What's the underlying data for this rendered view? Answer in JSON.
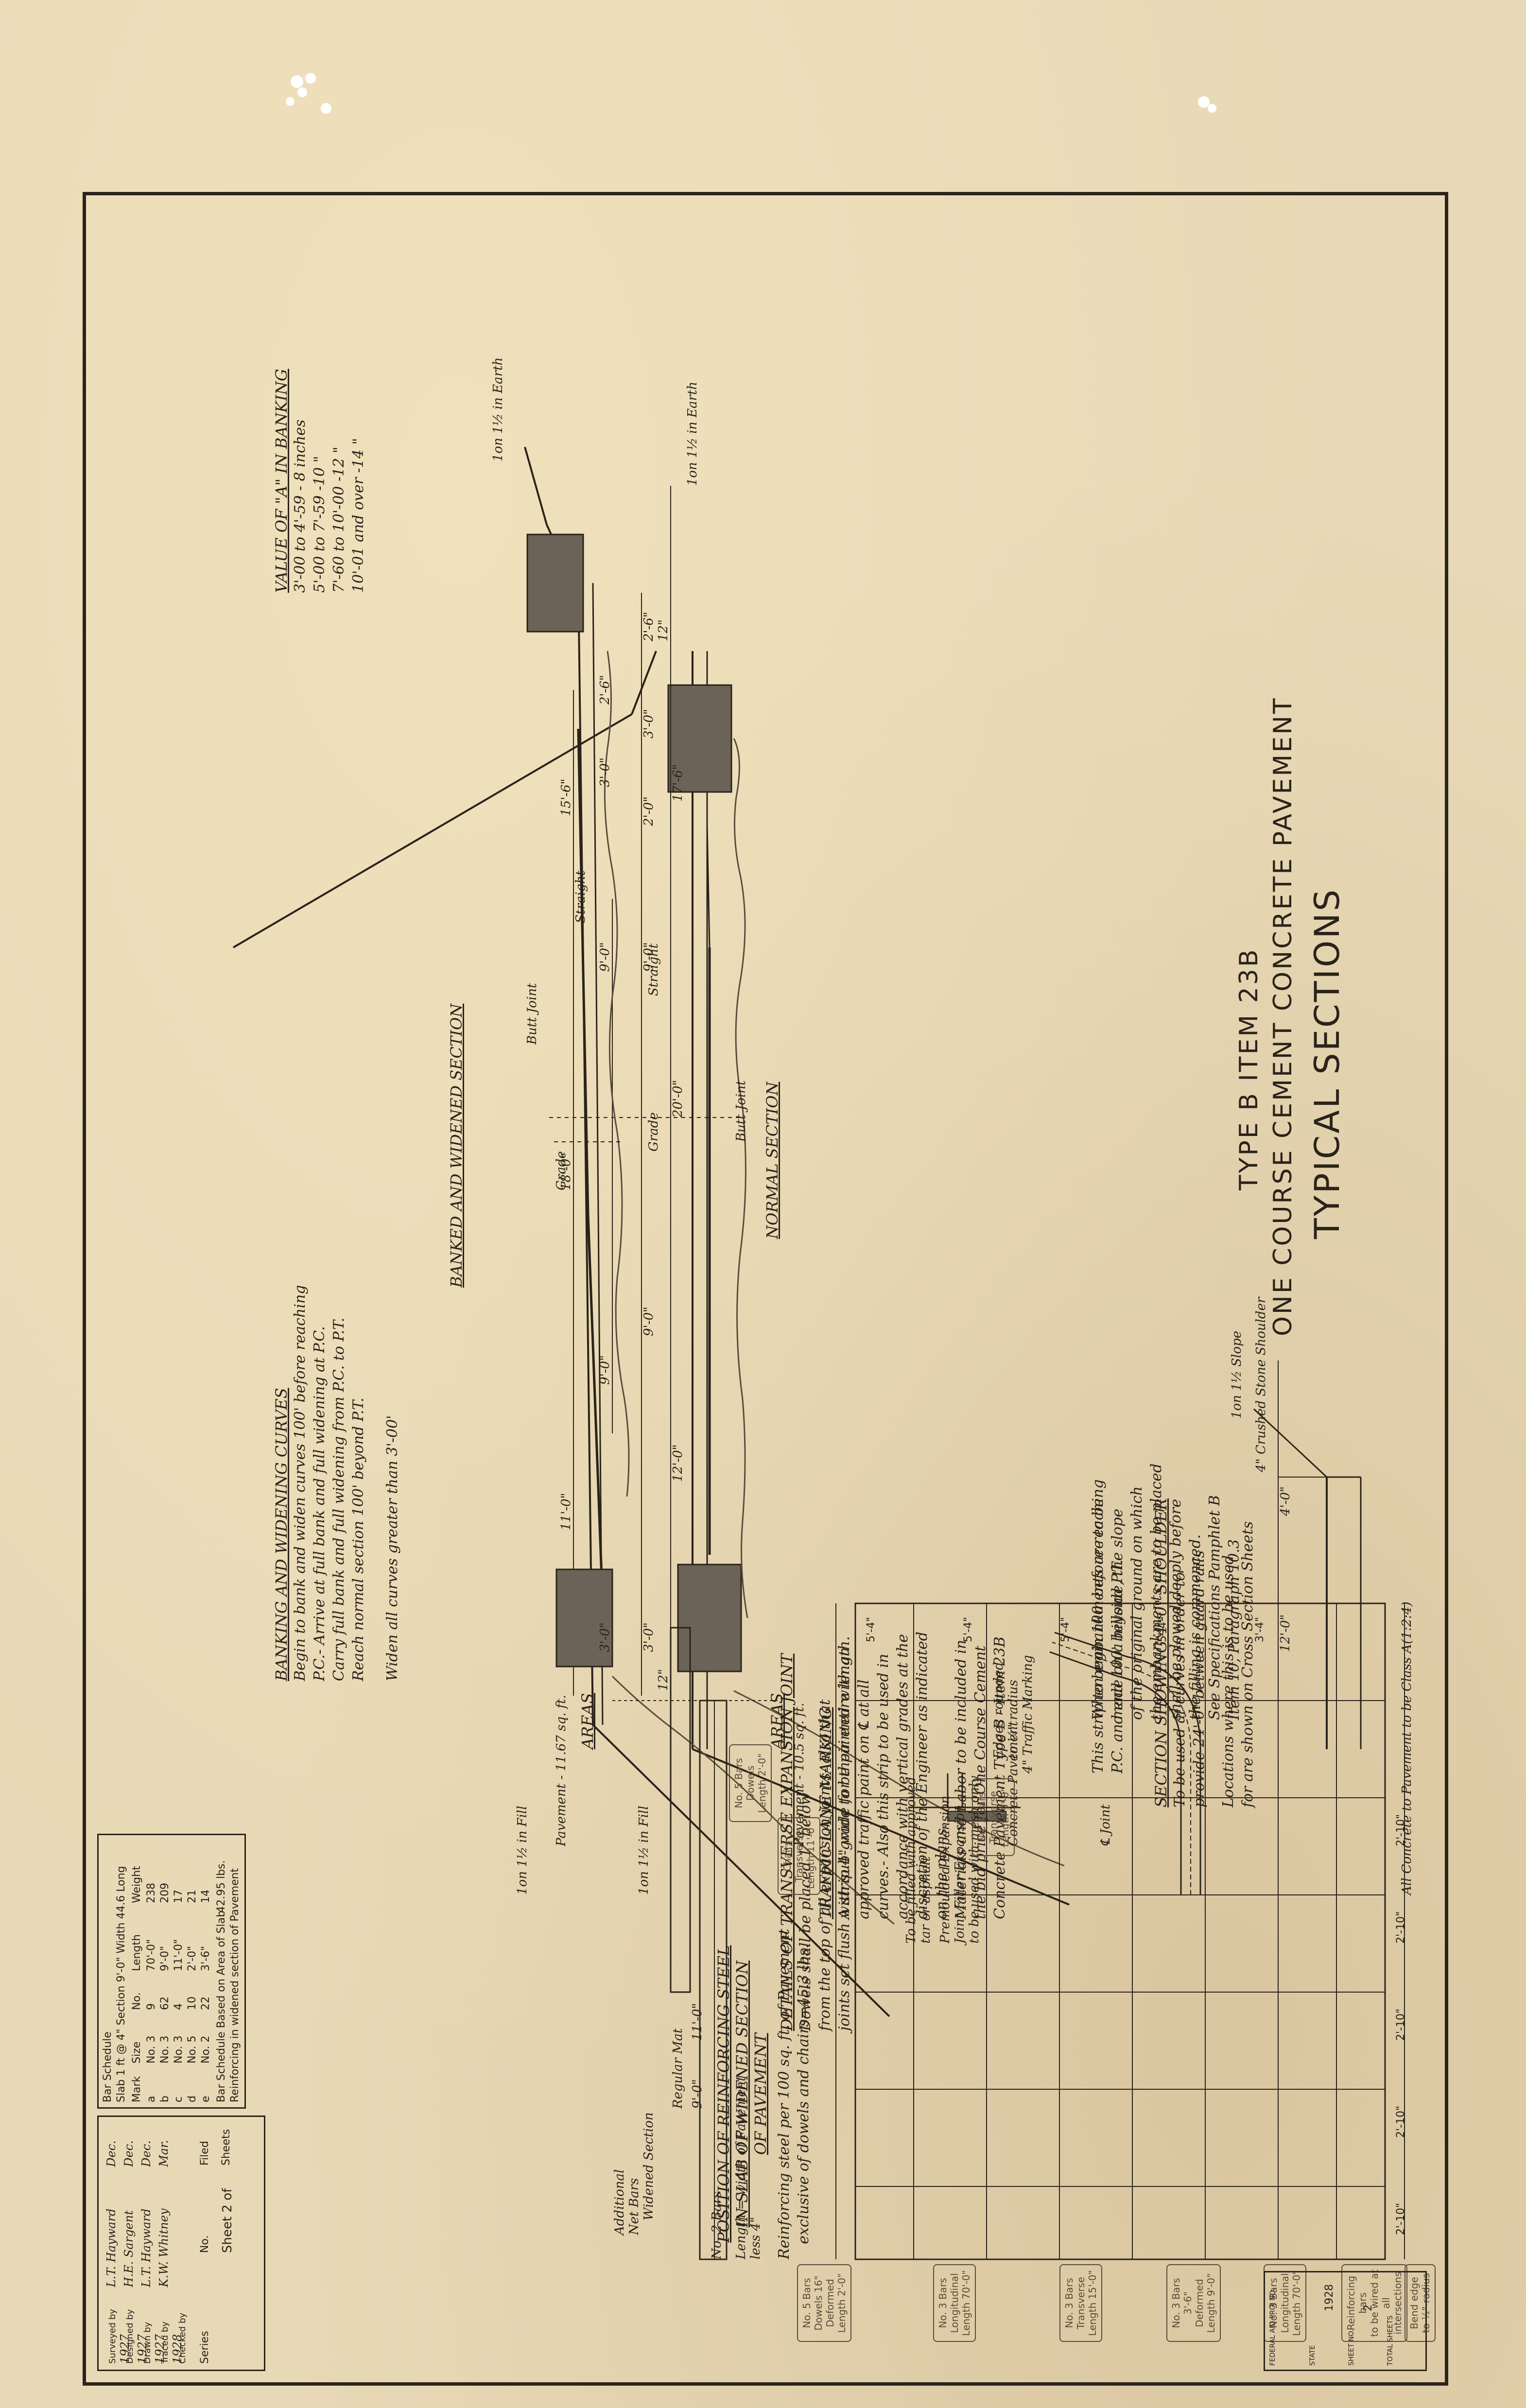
{
  "title": {
    "line1": "TYPICAL SECTIONS",
    "line2": "ONE COURSE CEMENT CONCRETE PAVEMENT",
    "line3": "TYPE B ITEM 23B"
  },
  "normal_section": {
    "label": "NORMAL SECTION",
    "dims": {
      "overall": "15'-6\"",
      "shoulder_a": "2'-6\"",
      "shoulder_b": "3'-0\"",
      "half": "9'-0\"",
      "width": "18'-0\"",
      "right_half": "9'-0\"",
      "right_overall": "11'-0\"",
      "right_shoulder": "3'-0\"",
      "edge_a": "12\"",
      "edge_b": "12\""
    },
    "slope_left": "1on 1½ in Earth",
    "slope_right": "1on 1½ in Fill",
    "labels": {
      "straight": "Straight",
      "grade": "Grade",
      "butt_joint": "Butt Joint"
    },
    "areas": {
      "label": "AREAS",
      "pavement": "Pavement - 10.5 sq. ft."
    }
  },
  "banked_section": {
    "label": "BANKED AND WIDENED SECTION",
    "dims": {
      "overall": "17'-6\"",
      "shoulder_a": "2'-6\"",
      "shoulder_b": "3'-0\"",
      "half": "2'-0\"",
      "center": "9'-0\"",
      "width": "20'-0\"",
      "right_half": "9'-0\"",
      "right_overall": "12'-0\"",
      "right_shoulder": "3'-0\""
    },
    "slope_left": "1on 1½ in Earth",
    "slope_right": "1on 1½ in Fill",
    "labels": {
      "straight": "Straight",
      "grade": "Grade",
      "butt_joint": "Butt Joint"
    },
    "areas": {
      "label": "AREAS",
      "pavement": "Pavement - 11.67 sq. ft."
    }
  },
  "value_of_a": {
    "heading": "VALUE OF \"A\" IN BANKING",
    "rows": [
      "3'-00 to 4'-59 - 8 inches",
      "5'-00 to 7'-59 -10 \"",
      "7'-60 to 10'-00 -12 \"",
      "10'-01 and over -14 \""
    ]
  },
  "banking_notes": {
    "heading": "BANKING AND WIDENING CURVES",
    "lines": [
      "Begin to bank and widen curves 100' before reaching",
      "P.C.- Arrive at full bank and full widening at P.C.",
      "Carry full bank and full widening from P.C. to P.T.",
      "Reach normal section 100' beyond P.T.",
      "Widen all curves greater than 3'-00'"
    ]
  },
  "embankment_note": {
    "lines": [
      "When embankments are to be",
      "made on a hillside, the slope",
      "of the original ground on which",
      "the embankments are to be placed",
      "shall be plowed deeply before",
      "the filling is commenced.",
      "See Specifications Pamphlet B",
      "Item 10, Paragraph 10.3"
    ]
  },
  "shoulder_section": {
    "heading": "SECTION SHOWING 4'-0\" SHOULDER",
    "lines": [
      "To be used at curves in order to",
      "provide 24'-0\" between guard rails",
      "",
      "Locations where this is to be used",
      "for are shown on Cross Section Sheets"
    ],
    "dims": {
      "width": "4'-0\"",
      "pavement": "12'-0\""
    },
    "labels": {
      "slope": "1on 1½ Slope",
      "crushed": "4\" Crushed Stone Shoulder",
      "strip": "This strip to begin 100' before reaching",
      "strip2": "P.C. and end 100' beyond P.T."
    }
  },
  "traffic_lane": {
    "heading": "TRAFFIC LANE MARKING",
    "lines": [
      "A strip 4\" wide to be painted with an",
      "approved traffic paint on ℄ at all",
      "curves.- Also this strip to be used in",
      "accordance with vertical grades at the",
      "discretion of the Engineer as indicated",
      "on the plans.",
      "Materials and Labor to be included in",
      "the bid price for One Course Cement",
      "Concrete Pavement Type B - Item 23B"
    ],
    "labels": {
      "marking": "4\" Traffic Marking",
      "joint": "℄ Joint"
    }
  },
  "expansion_joint": {
    "heading": "DETAILS OF TRANSVERSE EXPANSION JOINT",
    "lines": [
      "Dowels shall be placed 1\" below",
      "from the top of all expansion joints- also that",
      "joints set flush with sub-grade for their entire length."
    ],
    "labels": {
      "filler": "To be filled with approved",
      "filler2": "tar or asphalt",
      "premoulded": "Premoulded Expansion",
      "joint_filler": "Joint Filler Expansion",
      "used": "to be used with mesh only",
      "edges": "Edges rounded",
      "radius": "to ¼\" radius",
      "concrete": "Concrete Pavement"
    }
  },
  "reinforcing": {
    "heading": "POSITION OF REINFORCING STEEL",
    "heading2": "IN SLAB OF WIDENED SECTION",
    "heading3": "OF PAVEMENT",
    "note1": "Reinforcing steel per 100 sq. ft. of Pavement",
    "note2": "exclusive of dowels and chairs=45.3 lbs.",
    "all_concrete": "All Concrete to Pavement to be Class A(1:2:4)",
    "section_label": "Widened Section",
    "mat_label": "Regular Mat",
    "additional": "Additional",
    "bars_label": "Net Bars",
    "no2": "No. 2 Bars",
    "length": "Length = width of Pavement",
    "less": "less 4\"",
    "dims": {
      "d1": "9'-0\"",
      "d2": "11'-0\"",
      "s1": "5'-4\"",
      "s2": "5'-4\"",
      "s3": "5'-4\"",
      "s4": "5'-4\"",
      "s5": "3'-4\"",
      "g1": "2'-10\"",
      "g2": "2'-10\"",
      "g3": "2'-10\"",
      "g4": "2'-10\"",
      "g5": "2'-10\""
    },
    "boxes": [
      [
        "No. 5 Bars",
        "Dowels 16\" Deformed",
        "Length 2'-0\""
      ],
      [
        "No. 3 Bars",
        "Longitudinal",
        "Length 70'-0\""
      ],
      [
        "No. 3 Bars",
        "Transverse",
        "Length 15'-0\""
      ],
      [
        "No. 3 Bars",
        "3'-6\" Deformed",
        "Length 9'-0\""
      ],
      [
        "No. 3 Bars",
        "Longitudinal",
        "Length 70'-0\""
      ],
      [
        "Reinforcing bars",
        "to be wired at",
        "all intersections"
      ],
      [
        "No. 5 Bars",
        "Dowels",
        "Length 2'-0\""
      ],
      [
        "Chairs",
        "Transverse",
        "Length 11'-0\""
      ],
      [
        "No. 3 Bars",
        "Transverse",
        "Length 9'-0\""
      ],
      [
        "Bend edge",
        "to ½\" radius"
      ]
    ]
  },
  "schedule": {
    "title_line": "Bar Schedule",
    "slab": "Slab 1 ft @ 4\" Section 9'-0\" Width 44.6 Long",
    "headers": [
      "Mark",
      "Size",
      "No.",
      "Length",
      "Weight"
    ],
    "rows": [
      [
        "a",
        "No. 3",
        "9",
        "70'-0\"",
        "238"
      ],
      [
        "b",
        "No. 3",
        "62",
        "9'-0\"",
        "209"
      ],
      [
        "c",
        "No. 3",
        "4",
        "11'-0\"",
        "17"
      ],
      [
        "d",
        "No. 5",
        "10",
        "2'-0\"",
        "21"
      ],
      [
        "e",
        "No. 2",
        "22",
        "3'-6\"",
        "14"
      ]
    ],
    "total": "42.95 lbs.",
    "note": "Bar Schedule Based on Area of Slab",
    "note2": "Reinforcing in widened section of Pavement"
  },
  "title_block": {
    "rows": [
      [
        "Surveyed by",
        "L.T. Hayward",
        "Dec. 1927"
      ],
      [
        "Designed by",
        "H.E. Sargent",
        "Dec. 1927"
      ],
      [
        "Drawn by",
        "L.T. Hayward",
        "Dec. 1927"
      ],
      [
        "Traced by",
        "K.W. Whitney",
        "Mar. 1928"
      ],
      [
        "Checked by",
        "",
        ""
      ]
    ],
    "series": "Series",
    "no": "No.",
    "sheet": "Sheet 2 of",
    "sheets": "Sheets",
    "filed": "Filed"
  },
  "corner_block": {
    "headers": [
      "FEDERAL AID PROJ NO.",
      "STATE",
      "SHEET NO.",
      "TOTAL SHEETS"
    ],
    "values": [
      "",
      "1928",
      "2",
      ""
    ]
  },
  "colors": {
    "paper": "#e8d9b6",
    "ink": "#2a231a",
    "faint_ink": "#5a4c3a",
    "shading": "#6b6258",
    "border": "#2b241c"
  }
}
